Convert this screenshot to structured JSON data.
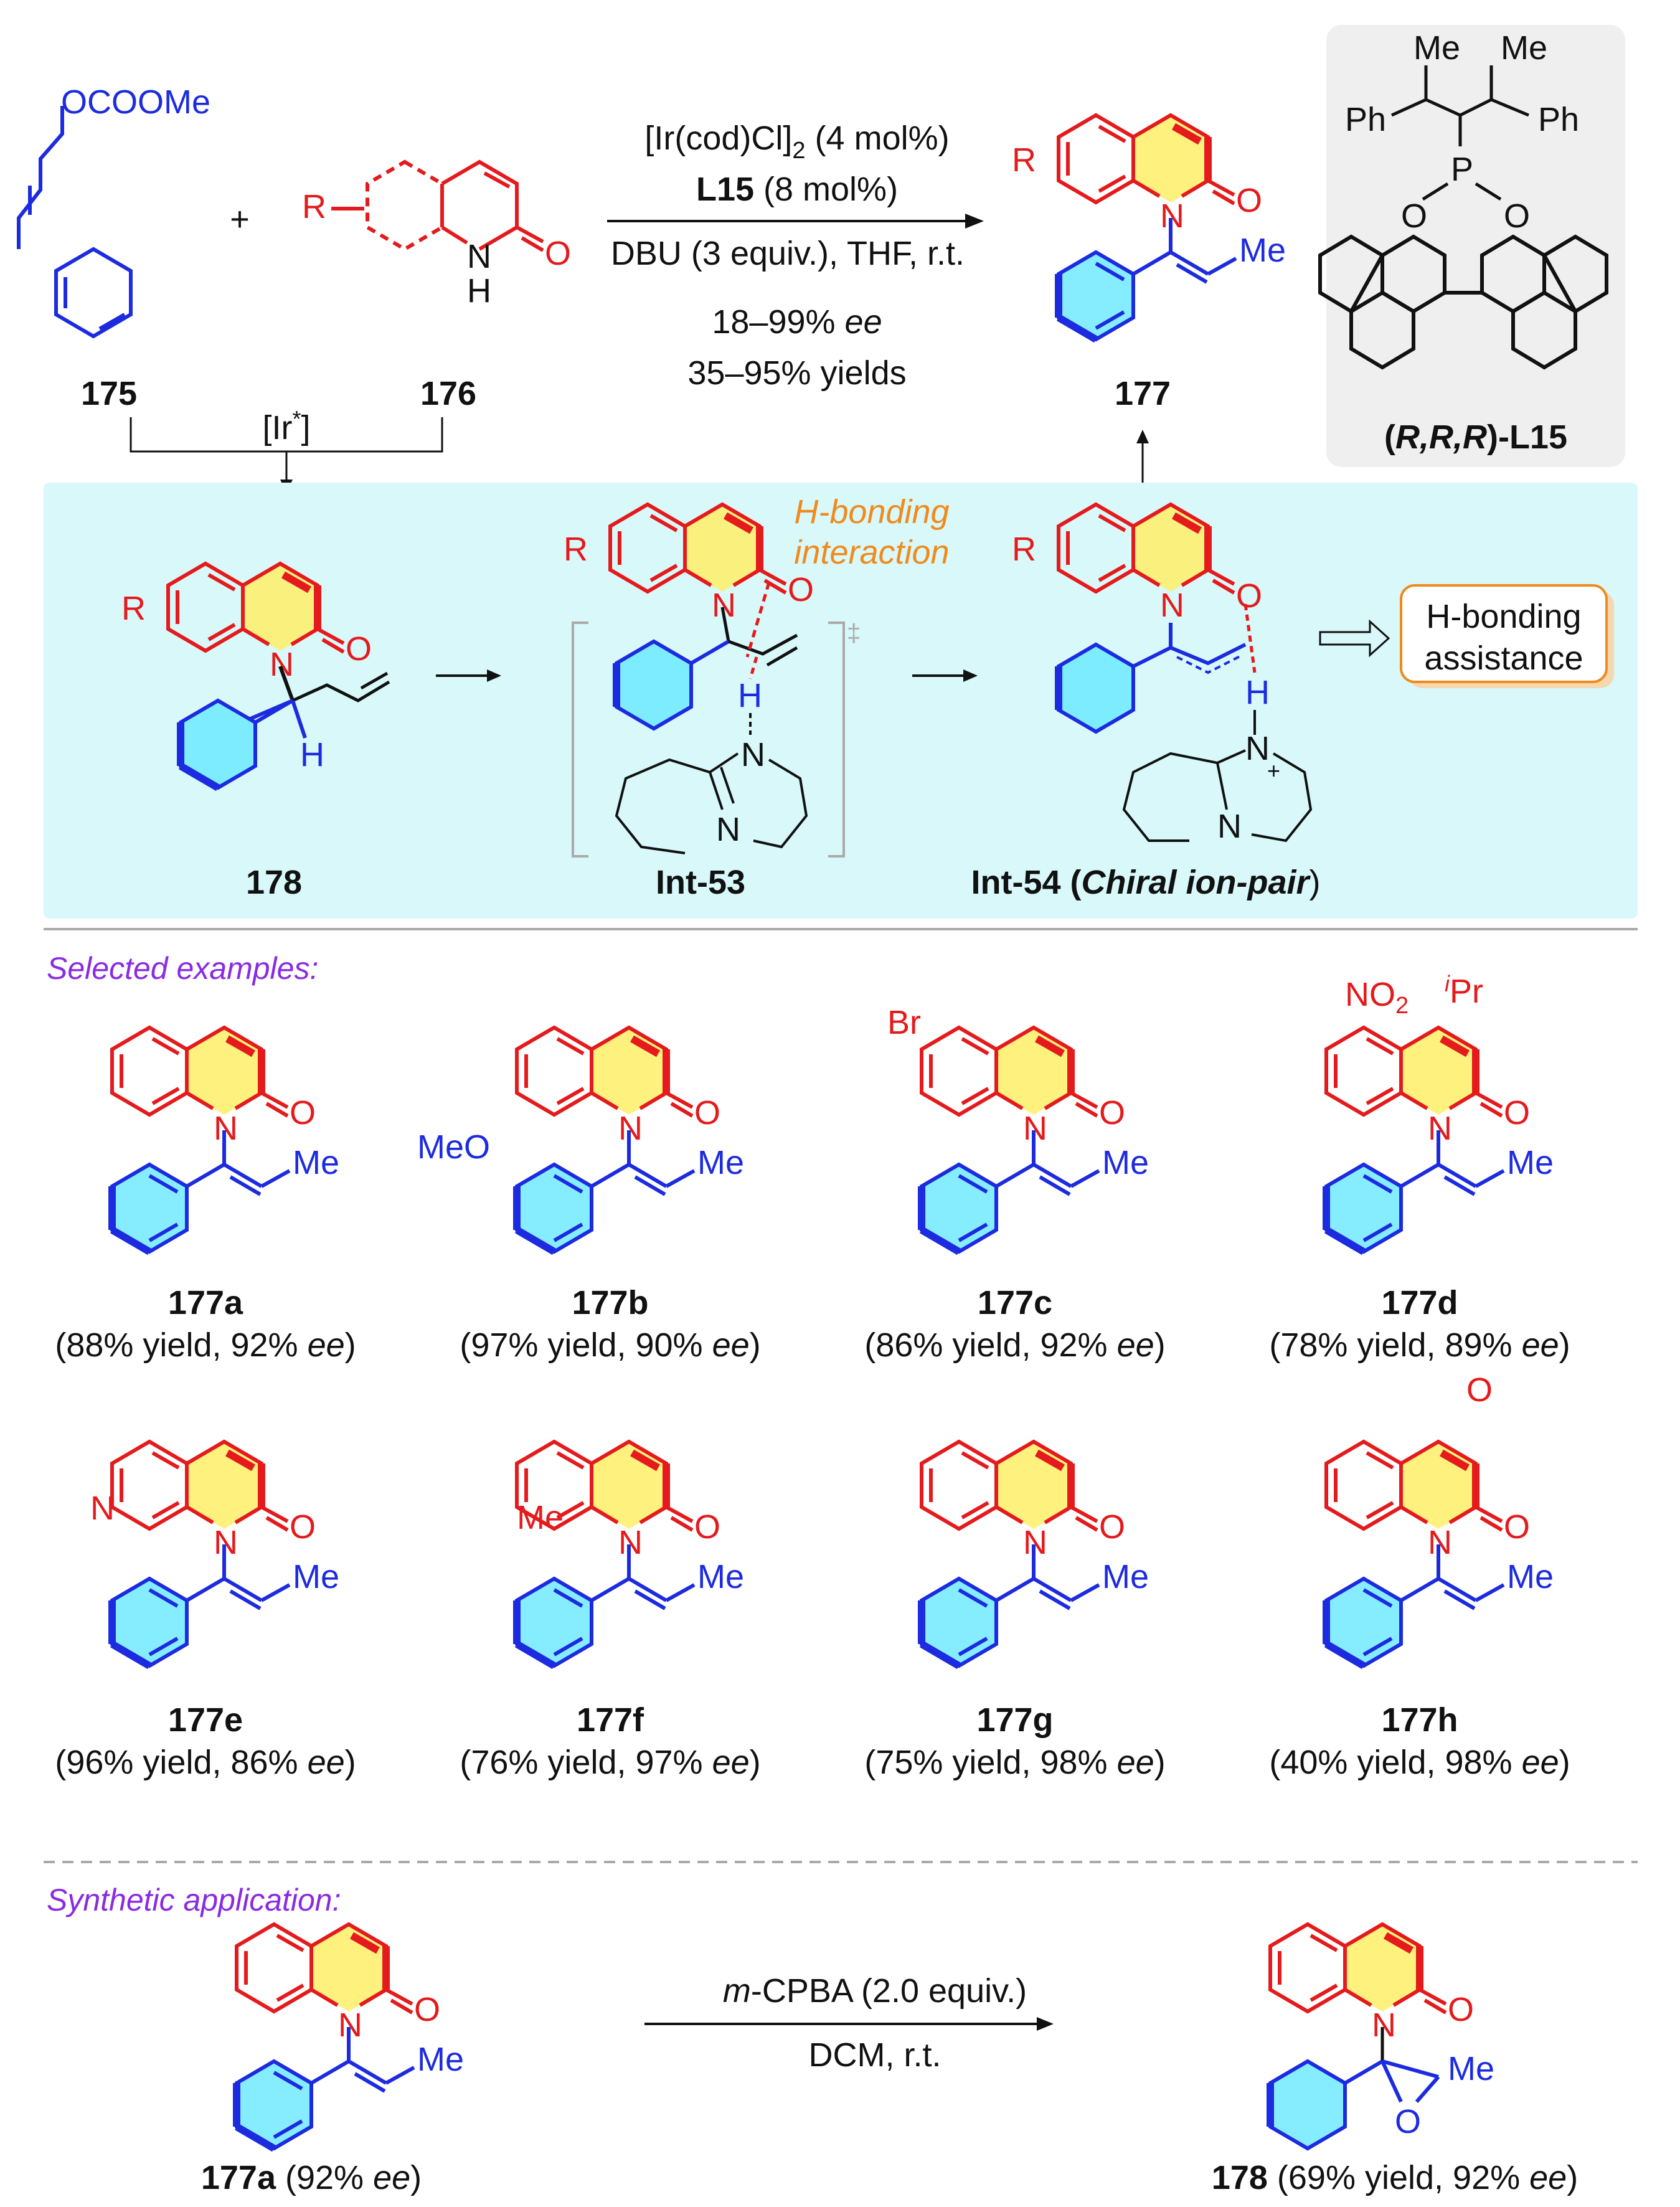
{
  "colors": {
    "ring_red": "#e41a1c",
    "ring_blue": "#1c2be0",
    "highlight_yellow": "#ffee66",
    "highlight_cyan": "#66e8ff",
    "mechanism_panel": "#d8f8fa",
    "section_purple": "#8a2be2",
    "annotation_orange": "#f08a1c",
    "box_fill": "#efefef"
  },
  "reaction": {
    "sm1_label": "175",
    "sm1_group": "OCOOMe",
    "sm2_label": "176",
    "plus": "+",
    "r_group": "R",
    "nh": "H",
    "n": "N",
    "o": "O",
    "reagent1_main": "[Ir(cod)Cl]",
    "reagent1_sub": "2",
    "reagent1_rest": " (4 mol%)",
    "reagent2_bold": "L15",
    "reagent2_rest": " (8 mol%)",
    "conditions": "DBU (3 equiv.), THF, r.t.",
    "ee_range_num": "18–99% ",
    "ee_range_it": "ee",
    "yield_range": "35–95% yields",
    "product_label": "177",
    "me": "Me",
    "ir_label": "[Ir",
    "ir_star": "*",
    "ir_close": "]"
  },
  "ligand": {
    "me": "Me",
    "ph": "Ph",
    "p": "P",
    "o": "O",
    "label_open": "(",
    "label_r": "R,R,R",
    "label_close": ")-L15"
  },
  "mechanism": {
    "int178_label": "178",
    "h": "H",
    "int53_label": "Int-53",
    "dagger": "‡",
    "hb_line1": "H-bonding",
    "hb_line2": "interaction",
    "int54_label": "Int-54 (",
    "int54_italic": "Chiral ion-pair",
    "int54_close": ")",
    "plus_charge": "+",
    "assist_line1": "H-bonding",
    "assist_line2": "assistance"
  },
  "selected_examples": {
    "heading": "Selected examples:",
    "items": [
      {
        "id": "177a",
        "yield": "(88% yield, 92% ",
        "ee": "ee",
        "close": ")"
      },
      {
        "id": "177b",
        "yield": "(97% yield, 90% ",
        "ee": "ee",
        "close": ")",
        "sub": "MeO"
      },
      {
        "id": "177c",
        "yield": "(86% yield, 92% ",
        "ee": "ee",
        "close": ")",
        "sub": "Br"
      },
      {
        "id": "177d",
        "yield": "(78% yield, 89% ",
        "ee": "ee",
        "close": ")",
        "sub1": "NO",
        "sub1_2": "2",
        "sub2_sup": "i",
        "sub2": "Pr"
      },
      {
        "id": "177e",
        "yield": "(96% yield, 86% ",
        "ee": "ee",
        "close": ")",
        "sub": "N"
      },
      {
        "id": "177f",
        "yield": "(76% yield, 97% ",
        "ee": "ee",
        "close": ")",
        "sub": "Me"
      },
      {
        "id": "177g",
        "yield": "(75% yield, 98% ",
        "ee": "ee",
        "close": ")"
      },
      {
        "id": "177h",
        "yield": "(40% yield, 98% ",
        "ee": "ee",
        "close": ")",
        "sub": "O"
      }
    ]
  },
  "synthetic_application": {
    "heading": "Synthetic application:",
    "reagent_it": "m",
    "reagent_rest": "-CPBA (2.0 equiv.)",
    "conditions": "DCM, r.t.",
    "sm_label": "177a",
    "sm_ee_pre": " (92% ",
    "sm_ee_it": "ee",
    "sm_ee_close": ")",
    "product_label": "178",
    "product_info_pre": "  (69% yield, 92% ",
    "product_info_it": "ee",
    "product_info_close": ")",
    "o": "O",
    "me": "Me"
  }
}
